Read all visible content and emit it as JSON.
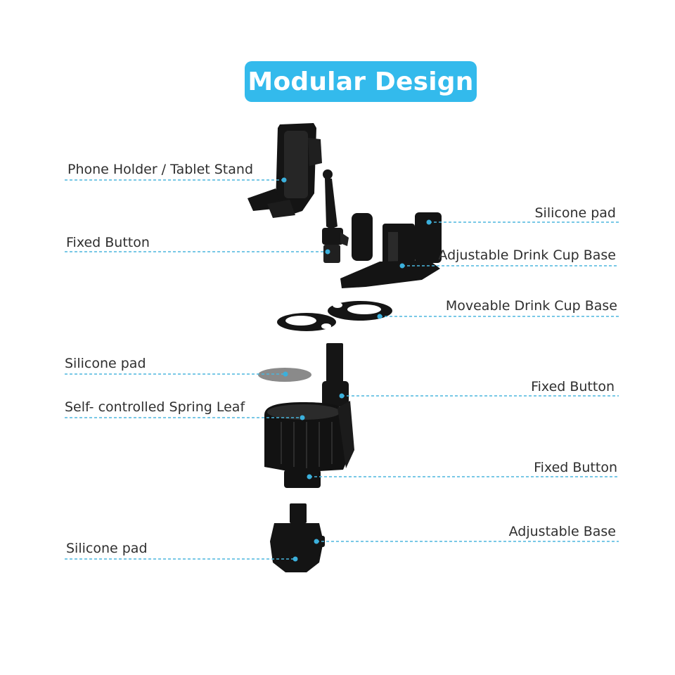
{
  "title": "Modular Design",
  "colors": {
    "title_bg": "#33baec",
    "title_text": "#ffffff",
    "leader_line": "#4bb6dd",
    "part_color": "#111111",
    "label_text": "#2f2f2f"
  },
  "labels": {
    "phone_holder": "Phone Holder / Tablet Stand",
    "fixed_button_top": "Fixed Button",
    "silicone_pad_top": "Silicone pad",
    "adjustable_cup_base": "Adjustable Drink Cup Base",
    "moveable_cup_base": "Moveable Drink Cup Base",
    "silicone_pad_mid": "Silicone pad",
    "fixed_button_right": "Fixed Button",
    "spring_leaf": "Self- controlled Spring Leaf",
    "fixed_button_lower": "Fixed Button",
    "adjustable_base": "Adjustable Base",
    "silicone_pad_bottom": "Silicone pad"
  }
}
